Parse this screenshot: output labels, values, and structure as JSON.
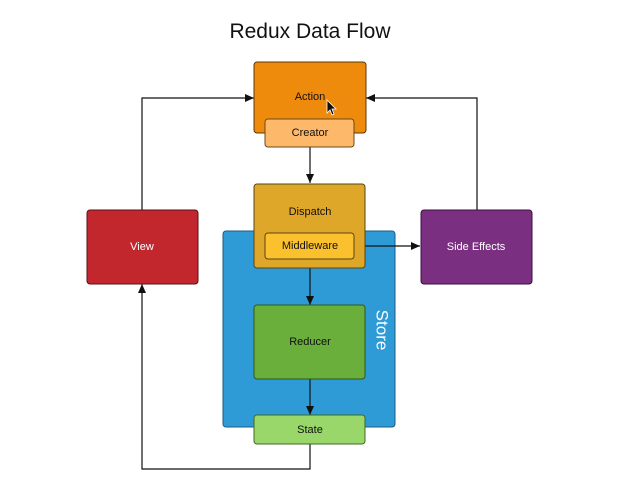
{
  "title": "Redux Data Flow",
  "nodes": {
    "action": {
      "label": "Action",
      "color": "#ee8a0c"
    },
    "creator": {
      "label": "Creator",
      "color": "#fdb86a"
    },
    "dispatch": {
      "label": "Dispatch",
      "color": "#dfa72a"
    },
    "middleware": {
      "label": "Middleware",
      "color": "#fbc02d"
    },
    "view": {
      "label": "View",
      "color": "#c1272d"
    },
    "side_effects": {
      "label": "Side Effects",
      "color": "#7b2f80"
    },
    "store": {
      "label": "Store",
      "color": "#2e9bd6"
    },
    "reducer": {
      "label": "Reducer",
      "color": "#6aae3c"
    },
    "state": {
      "label": "State",
      "color": "#9ad76a"
    }
  },
  "edges": [
    {
      "from": "creator",
      "to": "dispatch"
    },
    {
      "from": "middleware",
      "to": "side_effects"
    },
    {
      "from": "side_effects",
      "to": "action"
    },
    {
      "from": "view",
      "to": "action"
    },
    {
      "from": "dispatch",
      "to": "reducer"
    },
    {
      "from": "reducer",
      "to": "state"
    },
    {
      "from": "state",
      "to": "view"
    }
  ],
  "cursor": {
    "icon": "mouse-pointer-icon"
  }
}
